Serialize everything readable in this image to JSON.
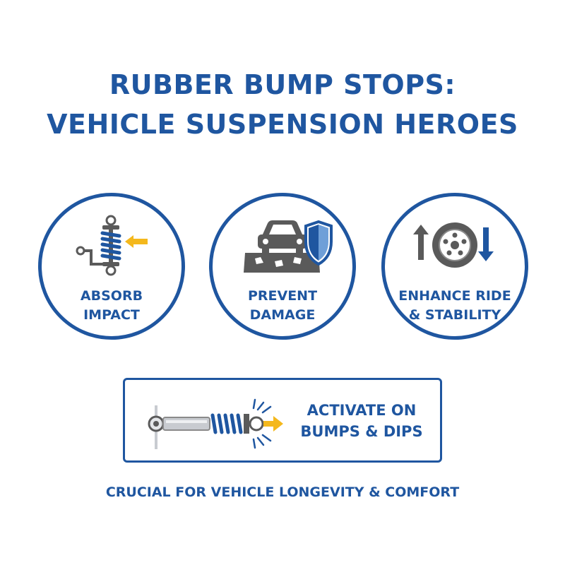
{
  "title": {
    "line1": "RUBBER BUMP STOPS:",
    "line2": "VEHICLE SUSPENSION HEROES"
  },
  "features": [
    {
      "line1": "ABSORB",
      "line2": "IMPACT",
      "icon": "coil-spring-arrow-icon"
    },
    {
      "line1": "PREVENT",
      "line2": "DAMAGE",
      "icon": "car-shield-icon"
    },
    {
      "line1": "ENHANCE RIDE",
      "line2": "& STABILITY",
      "icon": "wheel-arrows-icon"
    }
  ],
  "activation": {
    "line1": "ACTIVATE ON",
    "line2": "BUMPS & DIPS",
    "icon": "shock-absorber-icon"
  },
  "footer": "CRUCIAL FOR VEHICLE LONGEVITY & COMFORT",
  "colors": {
    "primary": "#1f56a0",
    "accent": "#f4b81c",
    "icon_gray": "#5a5a5a",
    "light_gray": "#c8cbd0"
  }
}
